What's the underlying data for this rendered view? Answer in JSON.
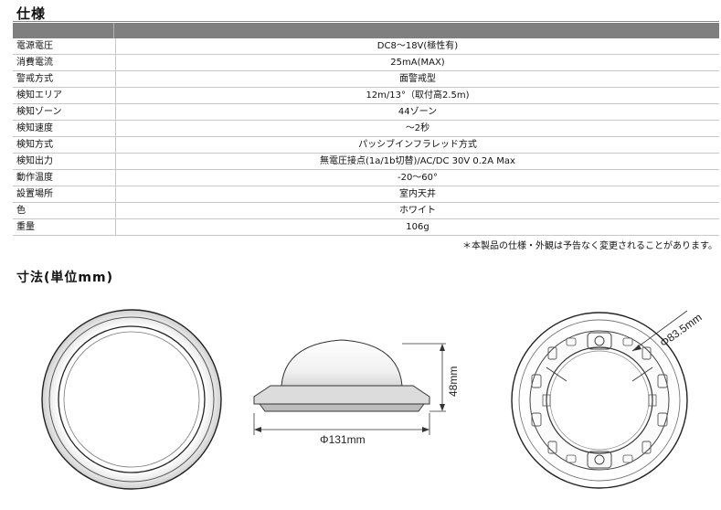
{
  "section_title": "仕様",
  "specs": [
    {
      "label": "電源電圧",
      "value": "DC8～18V(極性有)"
    },
    {
      "label": "消費電流",
      "value": "25mA(MAX)"
    },
    {
      "label": "警戒方式",
      "value": "面警戒型"
    },
    {
      "label": "検知エリア",
      "value": "12m/13°（取付高2.5m)"
    },
    {
      "label": "検知ゾーン",
      "value": "44ゾーン"
    },
    {
      "label": "検知速度",
      "value": "～2秒"
    },
    {
      "label": "検知方式",
      "value": "パッシブインフラレッド方式"
    },
    {
      "label": "検知出力",
      "value": "無電圧接点(1a/1b切替)/AC/DC 30V 0.2A Max"
    },
    {
      "label": "動作温度",
      "value": "-20～60°"
    },
    {
      "label": "設置場所",
      "value": "室内天井"
    },
    {
      "label": "色",
      "value": "ホワイト"
    },
    {
      "label": "重量",
      "value": "106g"
    }
  ],
  "note": "＊本製品の仕様・外観は予告なく変更されることがあります。",
  "dimensions_title": "寸法(単位mm)",
  "dim_width": "Φ131mm",
  "dim_height": "48mm",
  "dim_diameter": "Φ83.5mm"
}
